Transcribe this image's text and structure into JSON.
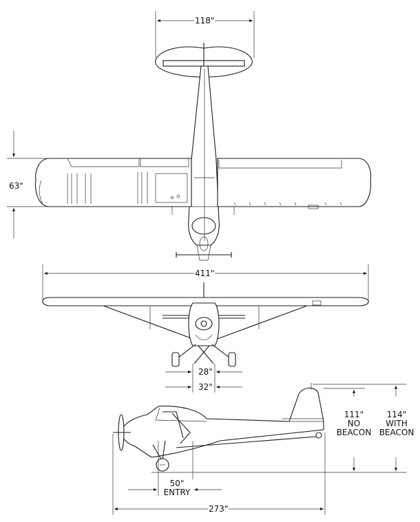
{
  "dimensions": {
    "tail_span": "118\"",
    "fuselage_depth": "63\"",
    "wingspan": "411\"",
    "gear_inner": "28\"",
    "gear_outer": "32\"",
    "height_no_beacon": "111\"",
    "height_no_beacon_note1": "NO",
    "height_no_beacon_note2": "BEACON",
    "height_with_beacon": "114\"",
    "height_with_beacon_note1": "WITH",
    "height_with_beacon_note2": "BEACON",
    "entry": "50\"",
    "entry_note": "ENTRY",
    "length": "273\""
  },
  "style": {
    "line_color": "#1a1a1a",
    "background": "#ffffff"
  }
}
